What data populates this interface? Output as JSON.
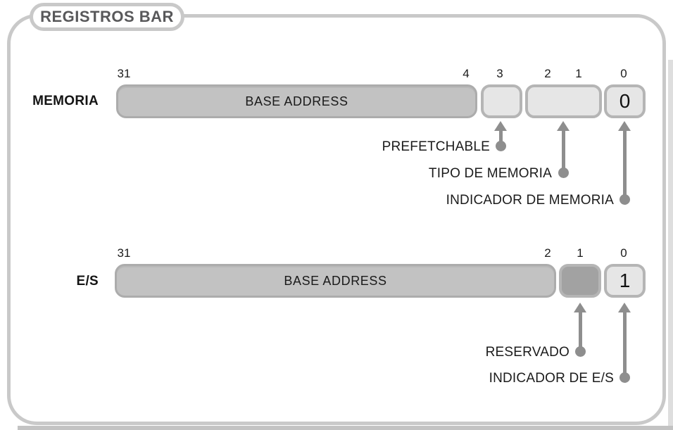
{
  "figure": {
    "title": "REGISTROS BAR"
  },
  "colors": {
    "frame_border": "#c9c9c9",
    "base_field_fill": "#c2c2c2",
    "light_field_fill": "#e6e6e6",
    "reserved_field_fill": "#a2a2a2",
    "arrow": "#8e8e8e",
    "title_text": "#58585a"
  },
  "memoria": {
    "label": "MEMORIA",
    "bit_labels": [
      "31",
      "4",
      "3",
      "2",
      "1",
      "0"
    ],
    "base_field_label": "BASE ADDRESS",
    "indicator_value": "0",
    "annotations": [
      "PREFETCHABLE",
      "TIPO DE MEMORIA",
      "INDICADOR DE MEMORIA"
    ]
  },
  "es": {
    "label": "E/S",
    "bit_labels": [
      "31",
      "2",
      "1",
      "0"
    ],
    "base_field_label": "BASE ADDRESS",
    "indicator_value": "1",
    "annotations": [
      "RESERVADO",
      "INDICADOR DE E/S"
    ]
  }
}
